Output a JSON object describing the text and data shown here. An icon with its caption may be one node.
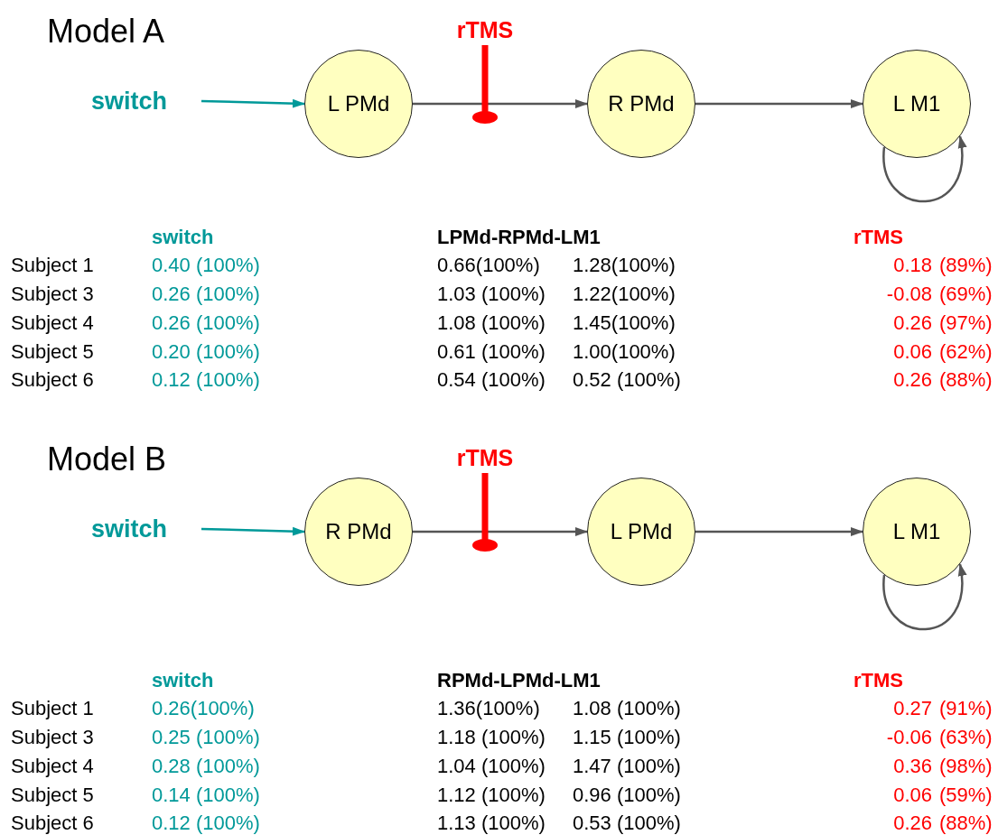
{
  "diagram": {
    "nodes": [
      {
        "text": [
          "switch"
        ]
      },
      {
        "text": [
          "L PMd"
        ]
      },
      {
        "text": [
          "rTMS"
        ]
      },
      {
        "text": [
          "R PMd"
        ]
      },
      {
        "text": [
          "L M1"
        ]
      },
      {
        "text": [
          "switch"
        ]
      },
      {
        "text": [
          "R PMd"
        ]
      },
      {
        "text": [
          "rTMS"
        ]
      },
      {
        "text": [
          "L PMd"
        ]
      },
      {
        "text": [
          "L M1"
        ]
      }
    ],
    "edges": [
      {
        "from": 0,
        "to": 1,
        "arrow": "to",
        "color": "#009999"
      },
      {
        "from": 1,
        "to": 3,
        "arrow": "to"
      },
      {
        "from": 2,
        "to": null,
        "arrow": "other",
        "style": "thick",
        "color": "#ff0000"
      },
      {
        "from": 3,
        "to": 4,
        "arrow": "to"
      },
      {
        "from": 4,
        "to": 4,
        "arrow": "to"
      },
      {
        "from": 5,
        "to": 6,
        "arrow": "to",
        "color": "#009999"
      },
      {
        "from": 6,
        "to": 8,
        "arrow": "to"
      },
      {
        "from": 7,
        "to": null,
        "arrow": "other",
        "style": "thick",
        "color": "#ff0000"
      },
      {
        "from": 8,
        "to": 9,
        "arrow": "to"
      },
      {
        "from": 9,
        "to": 9,
        "arrow": "to"
      }
    ],
    "labels": [
      "Model A",
      "switch",
      "LPMd-RPMd-LM1",
      "rTMS",
      "Subject 1",
      "0.40 (100%)",
      "0.66(100%)",
      "1.28(100%)",
      "0.18",
      "(89%)",
      "Subject 3",
      "0.26 (100%)",
      "1.03 (100%)",
      "1.22(100%)",
      "-0.08",
      "(69%)",
      "Subject 4",
      "0.26 (100%)",
      "1.08 (100%)",
      "1.45(100%)",
      "0.26",
      "(97%)",
      "Subject 5",
      "0.20 (100%)",
      "0.61 (100%)",
      "1.00(100%)",
      "0.06",
      "(62%)",
      "Subject 6",
      "0.12 (100%)",
      "0.54 (100%)",
      "0.52 (100%)",
      "0.26",
      "(88%)",
      "Model B",
      "switch",
      "RPMd-LPMd-LM1",
      "rTMS",
      "Subject 1",
      "0.26(100%)",
      "1.36(100%)",
      "1.08 (100%)",
      "0.27",
      "(91%)",
      "Subject 3",
      "0.25 (100%)",
      "1.18 (100%)",
      "1.15 (100%)",
      "-0.06",
      "(63%)",
      "Subject 4",
      "0.28 (100%)",
      "1.04 (100%)",
      "1.47 (100%)",
      "0.36",
      "(98%)",
      "Subject 5",
      "0.14 (100%)",
      "1.12 (100%)",
      "0.96 (100%)",
      "0.06",
      "(59%)",
      "Subject 6",
      "0.12 (100%)",
      "1.13 (100%)",
      "0.53 (100%)",
      "0.26",
      "(88%)"
    ]
  }
}
